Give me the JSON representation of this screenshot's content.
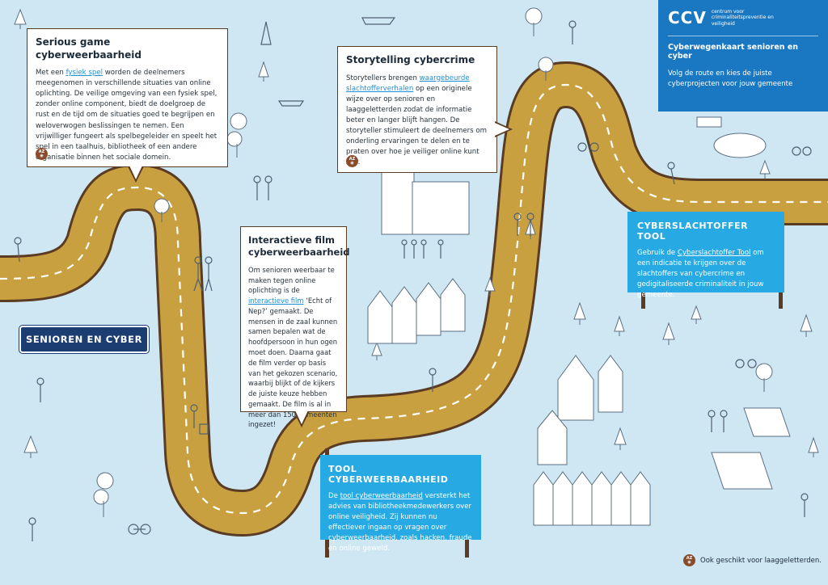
{
  "brand": {
    "logo": "CCV",
    "logo_subtitle": "centrum voor criminaliteitspreventie en veiligheid",
    "map_title": "Cyberwegenkaart senioren en cyber",
    "map_subtitle": "Volg de route en kies de juiste cyberprojecten voor jouw gemeente",
    "color": "#1a78c2"
  },
  "start_sign": {
    "label": "SENIOREN EN CYBER",
    "color": "#1b3d72"
  },
  "cards": {
    "serious_game": {
      "title": "Serious game cyberweerbaarheid",
      "text_before_link": "Met een ",
      "link": "fysiek spel",
      "text_after_link": " worden de deelnemers meegenomen in verschillende situaties van online oplichting. De veilige omgeving van een fysiek spel, zonder online component, biedt de doelgroep de rust en de tijd om de situaties goed te begrijpen en weloverwogen beslissingen te nemen. Een vrijwilliger fungeert als spelbegeleider en speelt het spel in een taalhuis, bibliotheek of een andere organisatie binnen het sociale domein."
    },
    "storytelling": {
      "title": "Storytelling cybercrime",
      "text_before_link": "Storytellers brengen ",
      "link": "waargebeurde slachtofferverhalen",
      "text_after_link": " op een originele wijze over op senioren en laaggeletterden zodat de informatie beter en langer blijft hangen. De storyteller stimuleert de deelnemers om onderling ervaringen te delen en te praten over hoe je veiliger online kunt zijn."
    },
    "film": {
      "title": "Interactieve film cyberweerbaarheid",
      "text_before_link": "Om senioren weerbaar te maken tegen online oplichting is de ",
      "link": "interactieve film",
      "text_after_link": " ‘Echt of Nep?’ gemaakt. De mensen in de zaal kunnen samen bepalen wat de hoofdpersoon in hun ogen moet doen. Daarna gaat de film verder op basis van het gekozen scenario, waarbij blijkt of de kijkers de juiste keuze hebben gemaakt. De film is al in meer dan 150 gemeenten ingezet!"
    }
  },
  "signs": {
    "slachtoffer": {
      "title": "CYBERSLACHTOFFER TOOL",
      "text_before_link": "Gebruik de ",
      "link": "Cyberslachtoffer Tool",
      "text_after_link": " om een indicatie te krijgen over de slachtoffers van cybercrime en gedigitaliseerde criminaliteit in jouw gemeente."
    },
    "tool": {
      "title": "TOOL CYBERWEERBAARHEID",
      "text_before_link": "De ",
      "link": "tool cyberweerbaarheid",
      "text_after_link": " versterkt het advies van bibliotheekmedewerkers over online veiligheid. Zij kunnen nu effectiever ingaan op vragen over cyberweerbaarheid, zoals hacken, fraude en online geweld."
    },
    "color": "#27a9e3"
  },
  "az_badge": {
    "letters": "AZ",
    "icon": "eye-icon"
  },
  "footer": {
    "text": "Ook geschikt voor laaggeletterden."
  },
  "colors": {
    "background": "#cfe6f3",
    "road": "#c9a040",
    "road_edge": "#5a3b24",
    "card_border": "#5a3b24"
  }
}
